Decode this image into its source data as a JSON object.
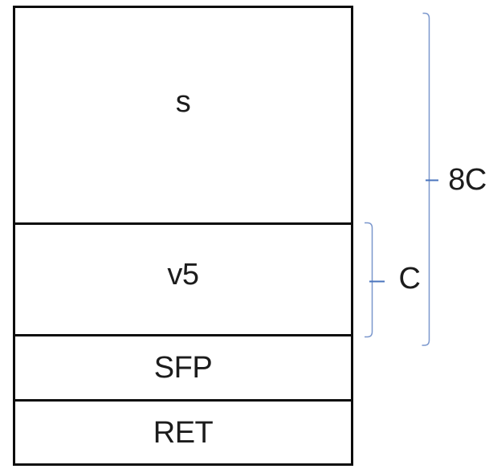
{
  "canvas": {
    "background": "#ffffff"
  },
  "colors": {
    "box_border": "#0c0c0c",
    "brace_stroke": "#7b97cd",
    "brace_tick": "#4a74bd",
    "text": "#1c1c1c"
  },
  "stack": {
    "cells": [
      {
        "id": "s",
        "label": "s"
      },
      {
        "id": "v5",
        "label": "v5"
      },
      {
        "id": "sfp",
        "label": "SFP"
      },
      {
        "id": "ret",
        "label": "RET"
      }
    ]
  },
  "annotations": {
    "braces": [
      {
        "id": "8c",
        "label": "8C"
      },
      {
        "id": "c",
        "label": "C"
      }
    ]
  }
}
